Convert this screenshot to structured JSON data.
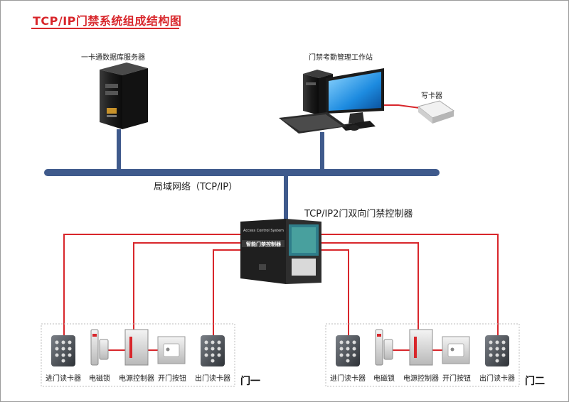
{
  "title": "TCP/IP门禁系统组成结构图",
  "nodes": {
    "server": "一卡通数据库服务器",
    "workstation": "门禁考勤管理工作站",
    "card_writer": "写卡器",
    "network": "局域网络（TCP/IP）",
    "controller": "TCP/IP2门双向门禁控制器",
    "controller_panel_top": "Access Control System",
    "controller_panel_label": "智能门禁控制器"
  },
  "doors": [
    {
      "label": "门一",
      "devices": [
        "进门读卡器",
        "电磁锁",
        "电源控制器",
        "开门按钮",
        "出门读卡器"
      ]
    },
    {
      "label": "门二",
      "devices": [
        "进门读卡器",
        "电磁锁",
        "电源控制器",
        "开门按钮",
        "出门读卡器"
      ]
    }
  ],
  "colors": {
    "title": "#d8262b",
    "wire": "#d8262b",
    "network_bus": "#3f5a8c"
  }
}
